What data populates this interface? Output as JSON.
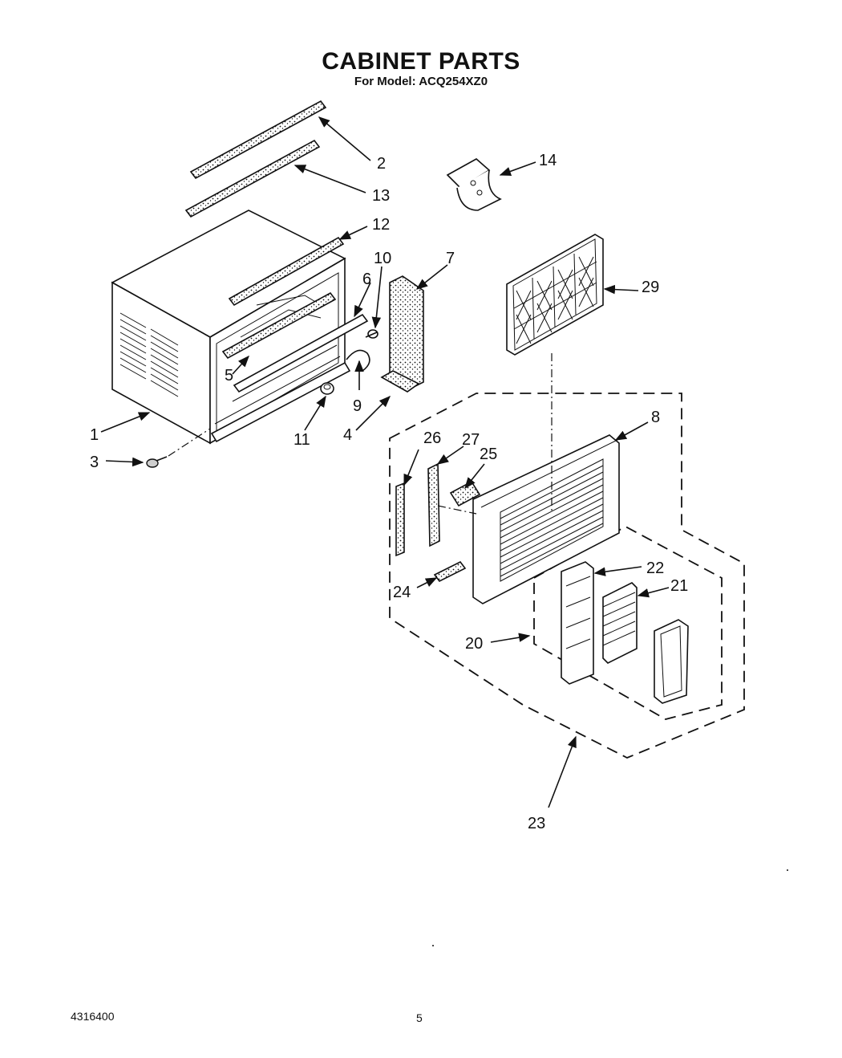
{
  "header": {
    "title": "CABINET PARTS",
    "subtitle": "For Model: ACQ254XZ0"
  },
  "callouts": [
    {
      "id": "c1",
      "label": "1"
    },
    {
      "id": "c2",
      "label": "2"
    },
    {
      "id": "c3",
      "label": "3"
    },
    {
      "id": "c4",
      "label": "4"
    },
    {
      "id": "c5",
      "label": "5"
    },
    {
      "id": "c6",
      "label": "6"
    },
    {
      "id": "c7",
      "label": "7"
    },
    {
      "id": "c8",
      "label": "8"
    },
    {
      "id": "c9",
      "label": "9"
    },
    {
      "id": "c10",
      "label": "10"
    },
    {
      "id": "c11",
      "label": "11"
    },
    {
      "id": "c12",
      "label": "12"
    },
    {
      "id": "c13",
      "label": "13"
    },
    {
      "id": "c14",
      "label": "14"
    },
    {
      "id": "c20",
      "label": "20"
    },
    {
      "id": "c21",
      "label": "21"
    },
    {
      "id": "c22",
      "label": "22"
    },
    {
      "id": "c23",
      "label": "23"
    },
    {
      "id": "c24",
      "label": "24"
    },
    {
      "id": "c25",
      "label": "25"
    },
    {
      "id": "c26",
      "label": "26"
    },
    {
      "id": "c27",
      "label": "27"
    },
    {
      "id": "c29",
      "label": "29"
    }
  ],
  "footer": {
    "doc_number": "4316400",
    "page_number": "5"
  }
}
